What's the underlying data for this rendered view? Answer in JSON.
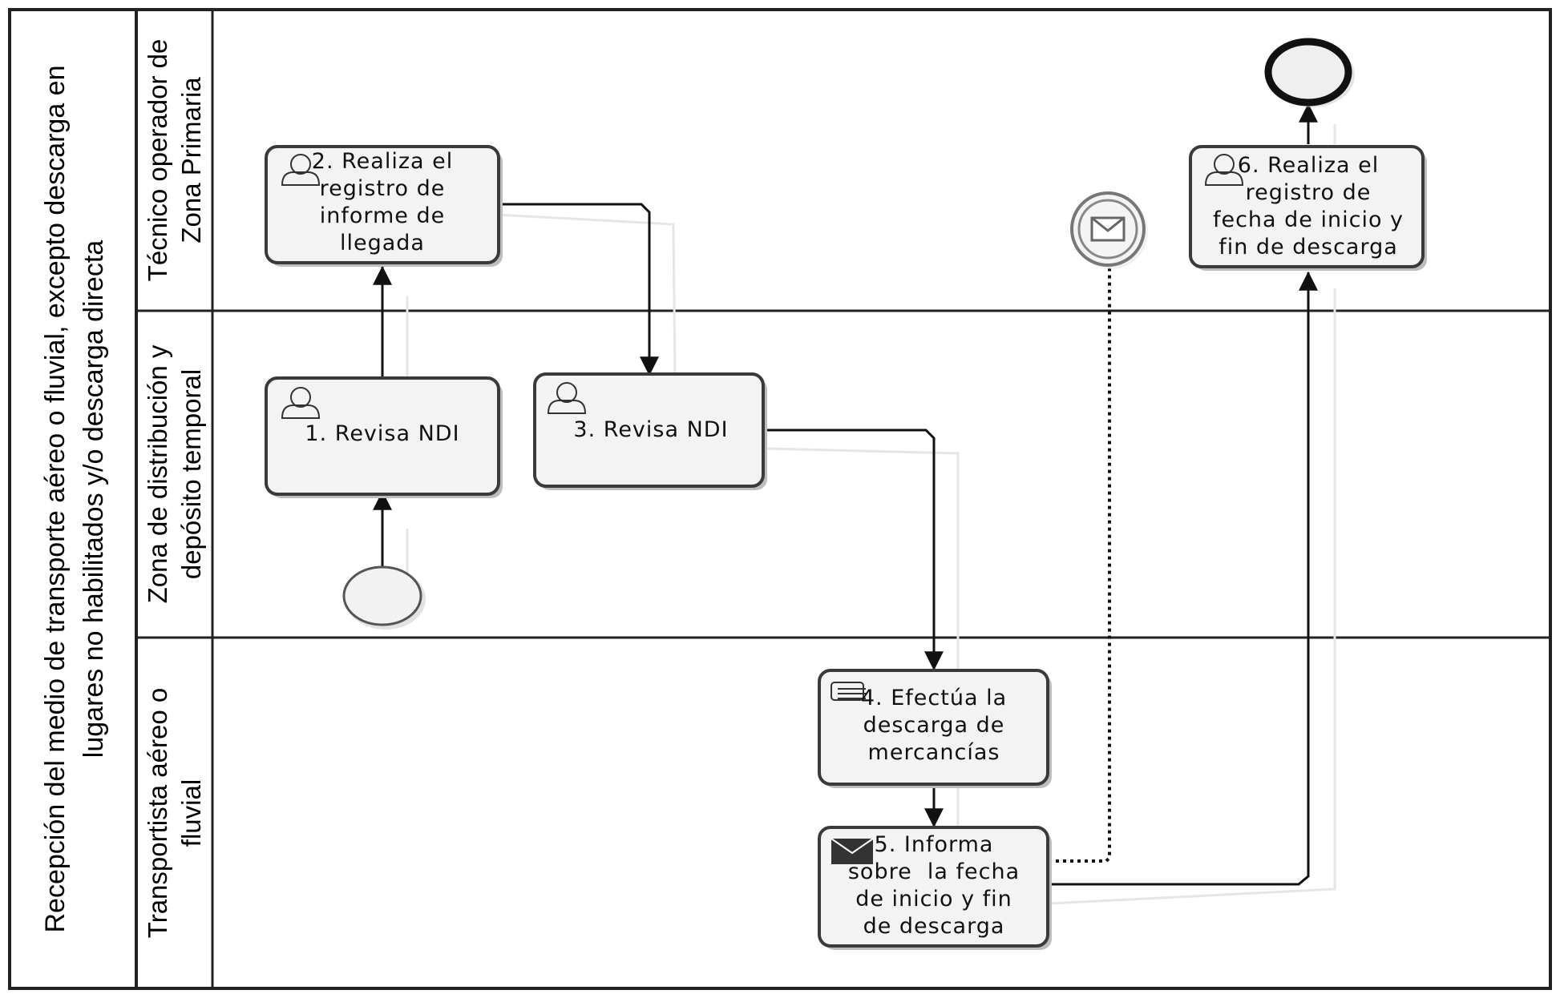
{
  "pool": {
    "title_line1": "Recepción del medio de transporte aéreo o fluvial, excepto descarga en",
    "title_line2": "lugares no habilitados y/o descarga directa"
  },
  "lanes": [
    {
      "id": "tecnico",
      "line1": "Técnico operador de",
      "line2": "Zona Primaria"
    },
    {
      "id": "zona",
      "line1": "Zona de distribución y",
      "line2": "depósito temporal"
    },
    {
      "id": "transportista",
      "line1": "Transportista aéreo o",
      "line2": "fluvial"
    }
  ],
  "tasks": [
    {
      "id": "t1",
      "type": "user",
      "lines": [
        "1. Revisa NDI"
      ]
    },
    {
      "id": "t2",
      "type": "user",
      "lines": [
        "2. Realiza el",
        "registro de",
        "informe de",
        "llegada"
      ]
    },
    {
      "id": "t3",
      "type": "user",
      "lines": [
        "3. Revisa NDI"
      ]
    },
    {
      "id": "t4",
      "type": "manual",
      "lines": [
        "4. Efectúa la",
        "descarga de",
        "mercancías"
      ]
    },
    {
      "id": "t5",
      "type": "send",
      "lines": [
        "5. Informa",
        "sobre  la fecha",
        "de inicio y fin",
        "de descarga"
      ]
    },
    {
      "id": "t6",
      "type": "user",
      "lines": [
        "6. Realiza el",
        "registro de",
        "fecha de inicio y",
        "fin de descarga"
      ]
    }
  ],
  "events": [
    {
      "id": "start",
      "kind": "start-event"
    },
    {
      "id": "message",
      "kind": "intermediate-message-event"
    },
    {
      "id": "end",
      "kind": "end-event"
    }
  ],
  "colors": {
    "line": "#111111",
    "task_fill": "#f3f3f3",
    "lane_border": "#222222"
  }
}
